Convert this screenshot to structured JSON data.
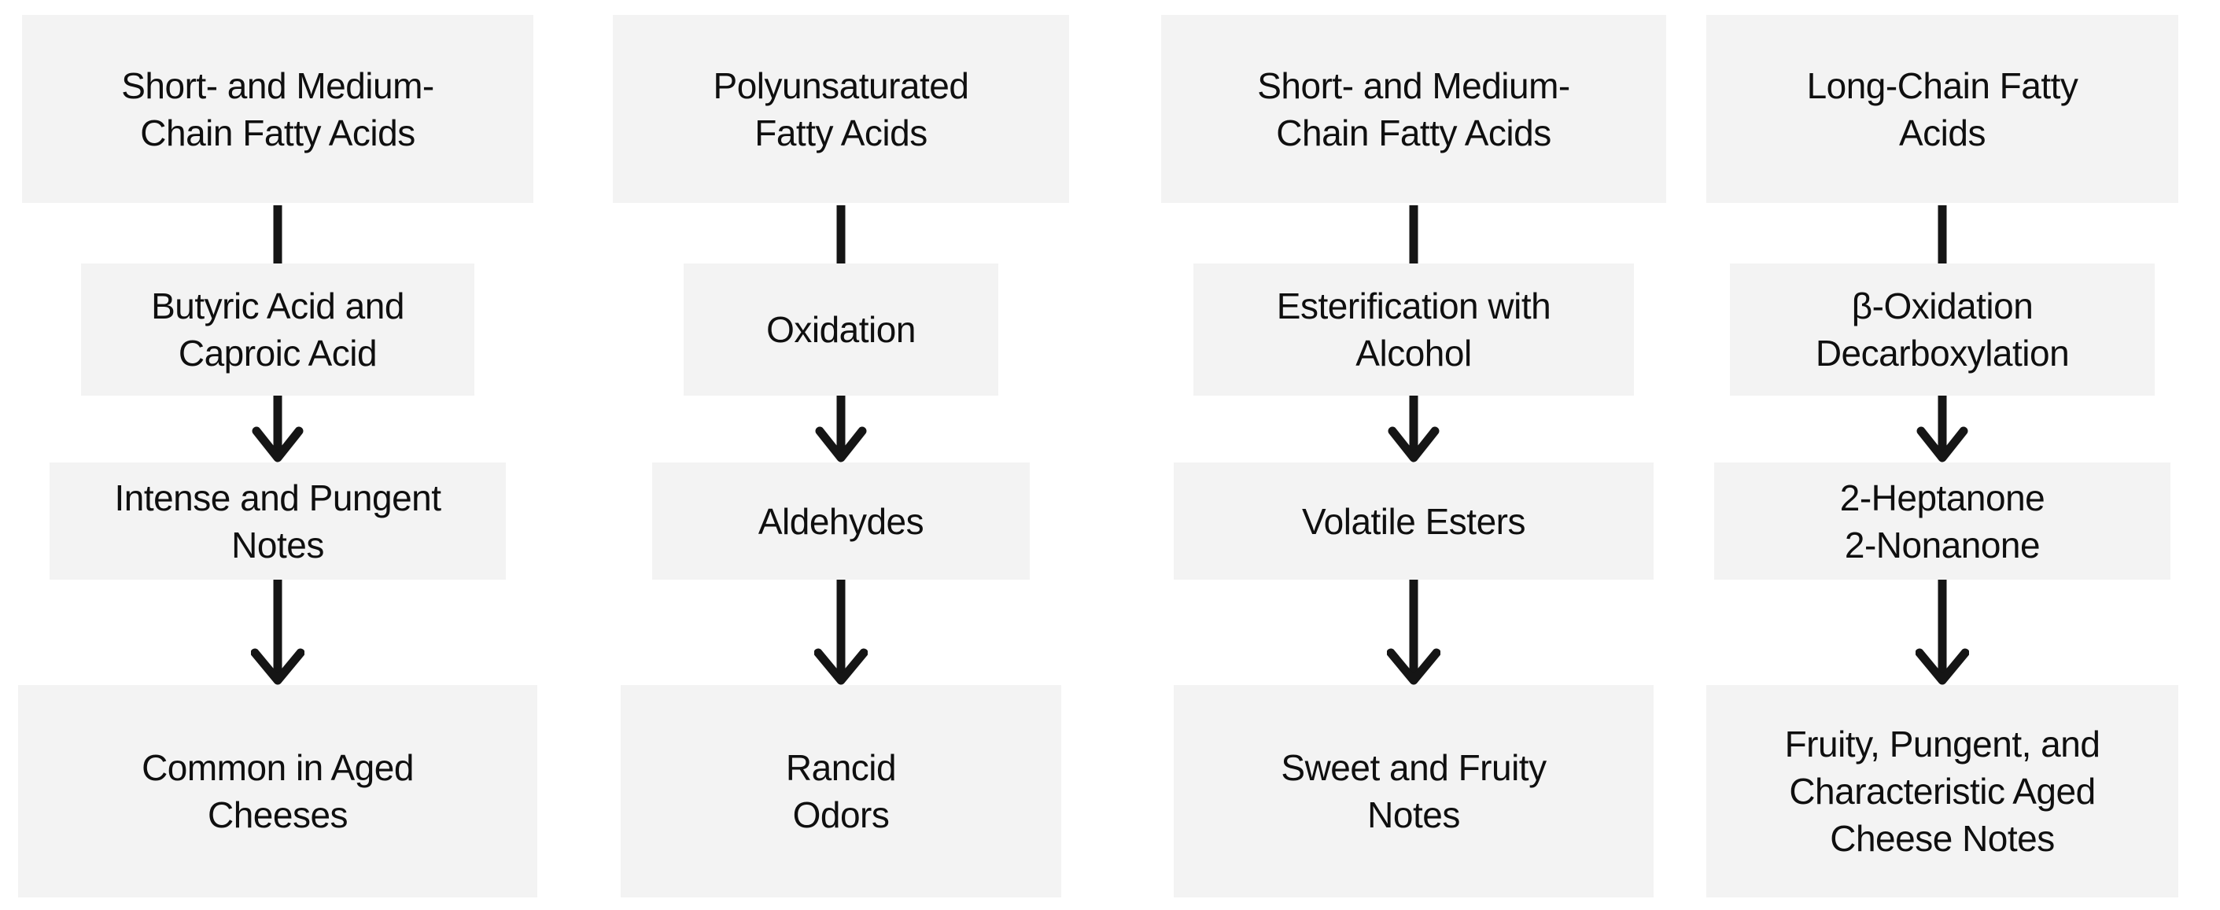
{
  "diagram": {
    "type": "flowchart",
    "background": "#ffffff",
    "box_fill": "#f3f3f3",
    "text_color": "#0f0f0f",
    "connector_color": "#151515",
    "columns": [
      {
        "steps": [
          {
            "label": "Short- and Medium-\nChain Fatty Acids"
          },
          {
            "label": "Butyric Acid and\nCaproic Acid"
          },
          {
            "label": "Intense and Pungent\nNotes"
          },
          {
            "label": "Common in Aged\nCheeses"
          }
        ],
        "connectors": [
          "plain-line",
          "arrow-down",
          "arrow-down"
        ]
      },
      {
        "steps": [
          {
            "label": "Polyunsaturated\nFatty Acids"
          },
          {
            "label": "Oxidation"
          },
          {
            "label": "Aldehydes"
          },
          {
            "label": "Rancid\nOdors"
          }
        ],
        "connectors": [
          "plain-line",
          "arrow-down",
          "arrow-down"
        ]
      },
      {
        "steps": [
          {
            "label": "Short- and Medium-\nChain Fatty Acids"
          },
          {
            "label": "Esterification with\nAlcohol"
          },
          {
            "label": "Volatile Esters"
          },
          {
            "label": "Sweet and Fruity\nNotes"
          }
        ],
        "connectors": [
          "plain-line",
          "arrow-down",
          "arrow-down"
        ]
      },
      {
        "steps": [
          {
            "label": "Long-Chain Fatty\nAcids"
          },
          {
            "label": "β-Oxidation\nDecarboxylation"
          },
          {
            "label": "2-Heptanone\n2-Nonanone"
          },
          {
            "label": "Fruity, Pungent, and\nCharacteristic Aged\nCheese Notes"
          }
        ],
        "connectors": [
          "plain-line",
          "arrow-down",
          "arrow-down"
        ]
      }
    ]
  }
}
